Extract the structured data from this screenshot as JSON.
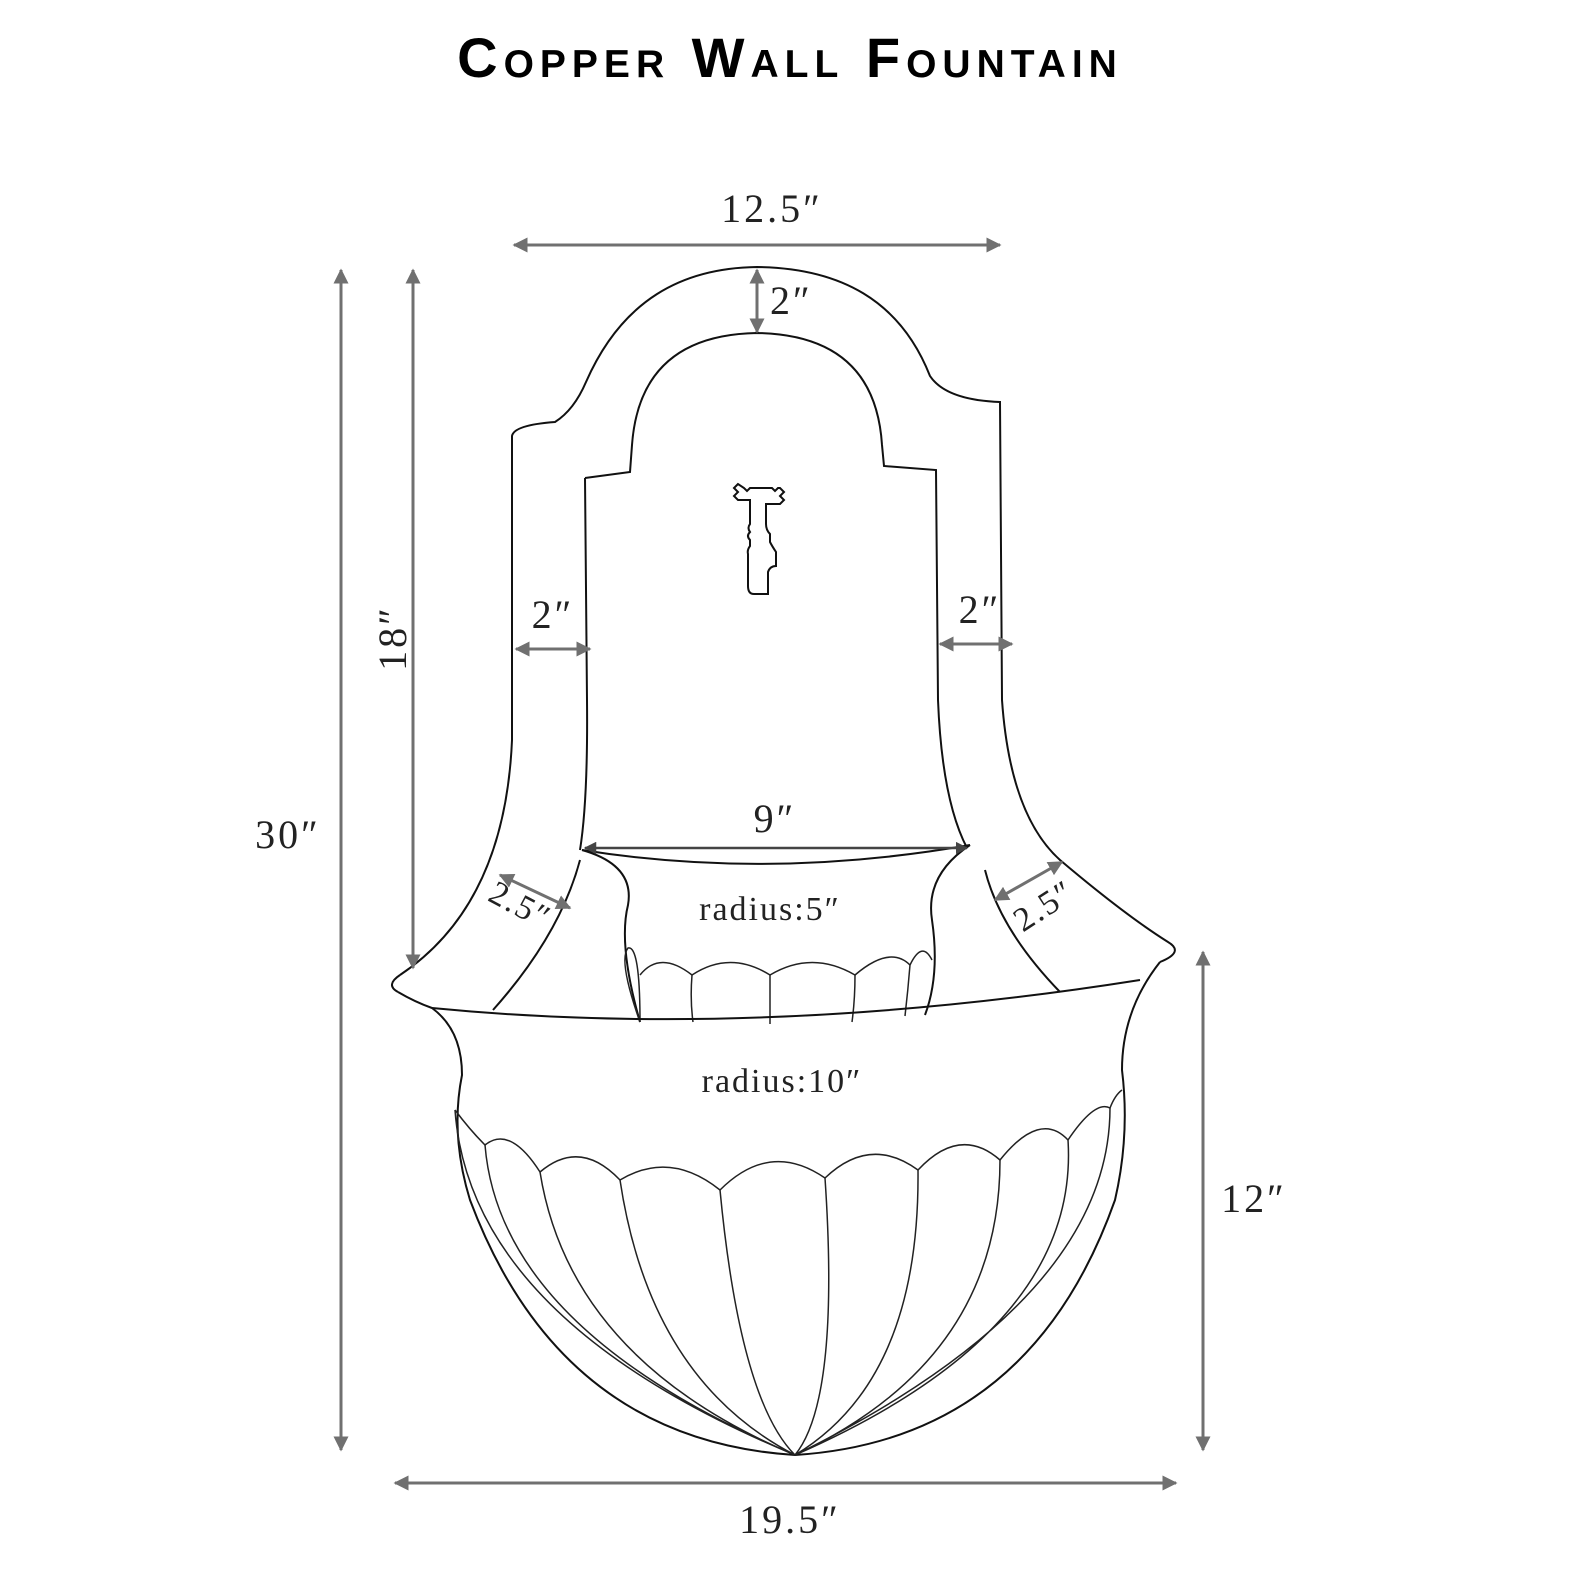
{
  "title": "Copper Wall Fountain",
  "dimensions": {
    "top_width": "12.5″",
    "arch_thickness": "2″",
    "total_height": "30″",
    "back_height": "18″",
    "left_side_width": "2″",
    "right_side_width": "2″",
    "inner_basin_width": "9″",
    "left_flare": "2.5″",
    "right_flare": "2.5″",
    "small_basin_radius": "radius:5″",
    "large_basin_radius": "radius:10″",
    "basin_height": "12″",
    "bottom_width": "19.5″"
  },
  "colors": {
    "arrow": "#707070",
    "line": "#111111"
  }
}
